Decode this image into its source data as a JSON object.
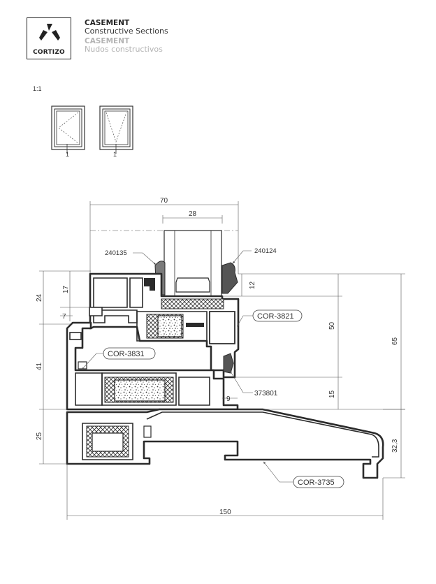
{
  "header": {
    "brand": "CORTIZO",
    "title_en": "CASEMENT",
    "subtitle_en": "Constructive Sections",
    "title_es": "CASEMENT",
    "subtitle_es": "Nudos constructivos"
  },
  "scale": "1:1",
  "thumbnails": [
    {
      "label": "1"
    },
    {
      "label": "1"
    }
  ],
  "dimensions": {
    "d70": "70",
    "d28": "28",
    "d24": "24",
    "d17": "17",
    "d7": "7",
    "d41": "41",
    "d25": "25",
    "d12": "12",
    "d50": "50",
    "d65": "65",
    "d15": "15",
    "d9": "9",
    "d32": "32,3",
    "d150": "150"
  },
  "callouts": {
    "gasket_left": "240135",
    "gasket_right": "240124",
    "cor_3821": "COR-3821",
    "cor_3831": "COR-3831",
    "part_373801": "373801",
    "cor_3735": "COR-3735"
  },
  "colors": {
    "profile": "#2b2b2b",
    "line": "#555555",
    "text_gray": "#b3b3b3"
  }
}
